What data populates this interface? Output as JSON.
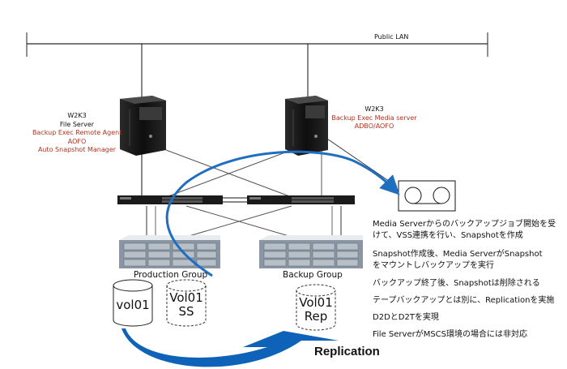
{
  "network": {
    "lan_label": "Public LAN"
  },
  "file_server": {
    "os": "W2K3",
    "role": "File Server",
    "software": [
      "Backup Exec Remote Agent",
      "AOFO",
      "Auto Snapshot Manager"
    ]
  },
  "media_server": {
    "os": "W2K3",
    "software": [
      "Backup Exec Media server",
      "ADBO/AOFO"
    ]
  },
  "storage": {
    "production_group": "Production Group",
    "backup_group": "Backup Group",
    "volumes": [
      {
        "id": "vol01",
        "line1": "vol01",
        "line2": "",
        "style": "solid"
      },
      {
        "id": "vol01-ss",
        "line1": "Vol01",
        "line2": "SS",
        "style": "dashed"
      },
      {
        "id": "vol01-rep",
        "line1": "Vol01",
        "line2": "Rep",
        "style": "dashed"
      }
    ]
  },
  "replication_label": "Replication",
  "notes": [
    {
      "lines": [
        "Media Serverからのバックアップジョブ開始を受",
        "けて、VSS連携を行い、Snapshotを作成"
      ]
    },
    {
      "lines": [
        "Snapshot作成後、Media ServerがSnapshot",
        "をマウントしバックアップを実行"
      ]
    },
    {
      "lines": [
        "バックアップ終了後、Snapshotは削除される"
      ]
    },
    {
      "lines": [
        "テープバックアップとは別に、Replicationを実施"
      ]
    },
    {
      "lines": [
        "D2DとD2Tを実現"
      ]
    },
    {
      "lines": [
        "File ServerがMSCS環境の場合には非対応"
      ]
    }
  ],
  "colors": {
    "accent_red": "#b5331d",
    "flow_blue": "#1f6fc0",
    "replication_blue": "#0e63b8"
  }
}
